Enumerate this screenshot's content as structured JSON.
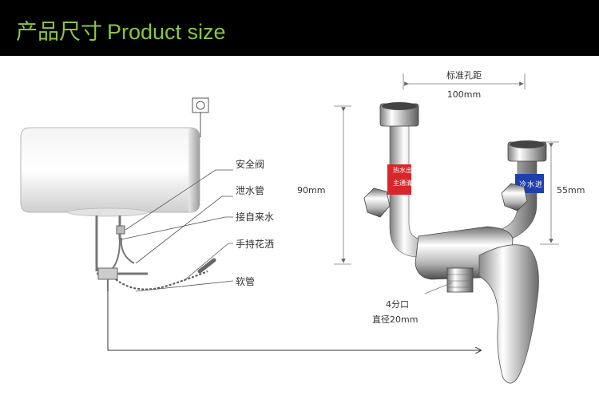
{
  "header": {
    "title_cn": "产品尺寸",
    "title_en": "Product size",
    "title_color": "#8cc63f"
  },
  "heater_labels": {
    "safety_valve": "安全阀",
    "drain_pipe": "泄水管",
    "water_inlet": "接自来水",
    "hand_shower": "手持花洒",
    "hose": "软管"
  },
  "dimensions": {
    "spacing_title": "标准孔距",
    "spacing_value": "100mm",
    "height_left": "90mm",
    "height_right": "55mm",
    "connector_label": "4分口",
    "connector_diameter": "直径20mm"
  },
  "pipe_tags": {
    "hot": [
      "热",
      "水",
      "出",
      "主",
      "通",
      "清"
    ],
    "cold": [
      "冷",
      "水",
      "进"
    ]
  },
  "colors": {
    "hot_tag": "#d9262b",
    "cold_tag": "#1f3fae"
  }
}
